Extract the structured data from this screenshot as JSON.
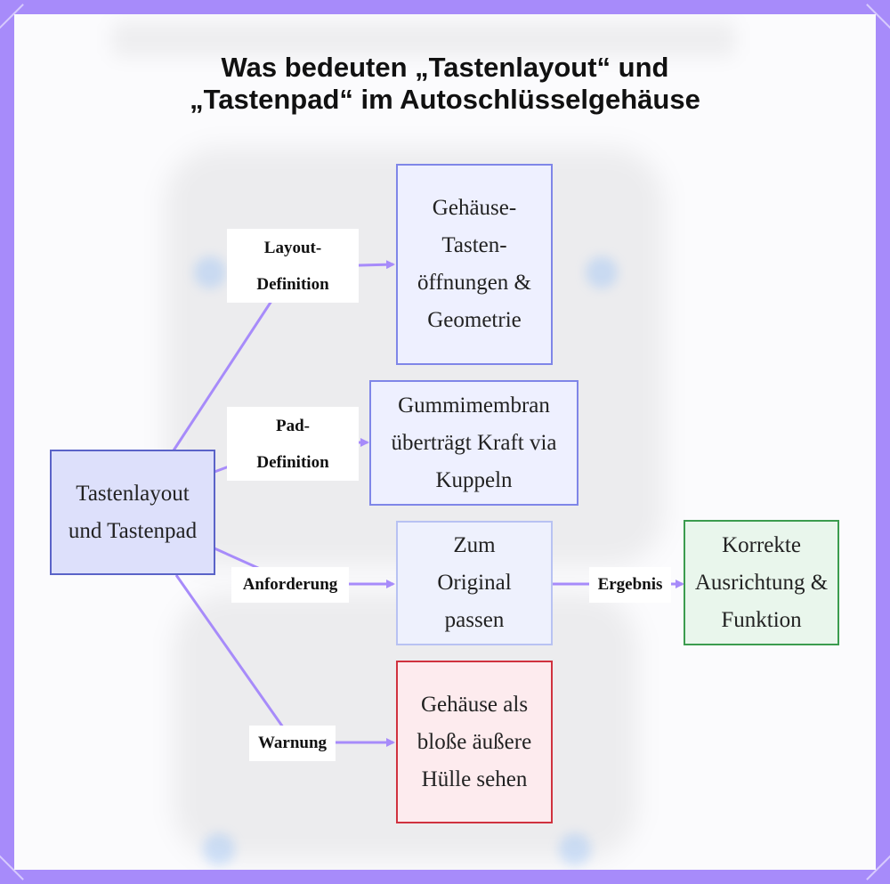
{
  "title": {
    "line1": "Was bedeuten „Tastenlayout“ und",
    "line2": "„Tastenpad“ im Autoschlüsselgehäuse"
  },
  "nodes": {
    "root": "Tastenlayout und Tastenpad",
    "geometry": "Gehäuse-Tasten-öffnungen & Geometrie",
    "membrane": "Gummimembran überträgt Kraft via Kuppeln",
    "original": "Zum Original passen",
    "result": "Korrekte Ausrichtung & Funktion",
    "warning": "Gehäuse als bloße äußere Hülle sehen"
  },
  "edge_labels": {
    "layout": "Layout-Definition",
    "pad": "Pad-Definition",
    "requirement": "Anforderung",
    "result": "Ergebnis",
    "warning": "Warnung"
  },
  "colors": {
    "frame": "#a78bfa",
    "edge": "#a78bfa",
    "warning_border": "#d0323f",
    "result_border": "#3c9c4f"
  }
}
